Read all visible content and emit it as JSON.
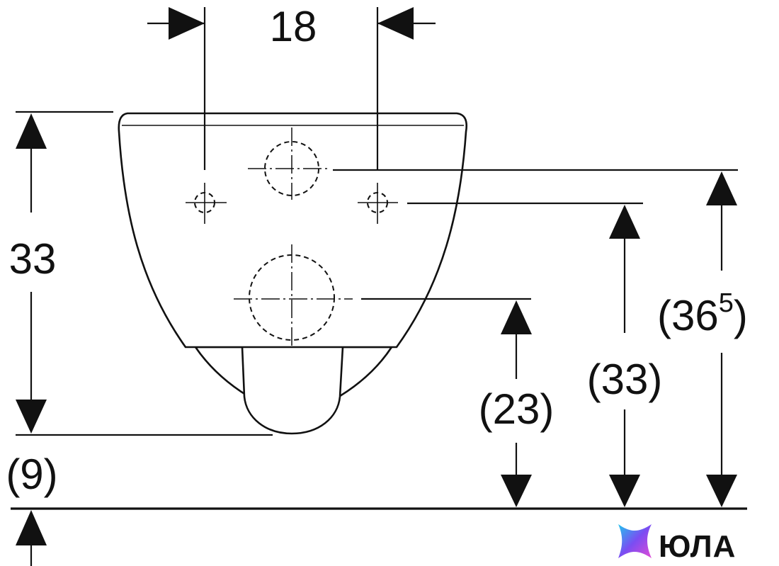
{
  "dimensions": {
    "hole_spacing": "18",
    "overall_height": "33",
    "bottom_clearance": "(9)",
    "outlet_height": "(23)",
    "fixing_height": "(33)",
    "inlet_height_main": "(36",
    "inlet_height_sup": "5",
    "inlet_height_close": ")"
  },
  "logo": {
    "text": "ЮЛА"
  }
}
